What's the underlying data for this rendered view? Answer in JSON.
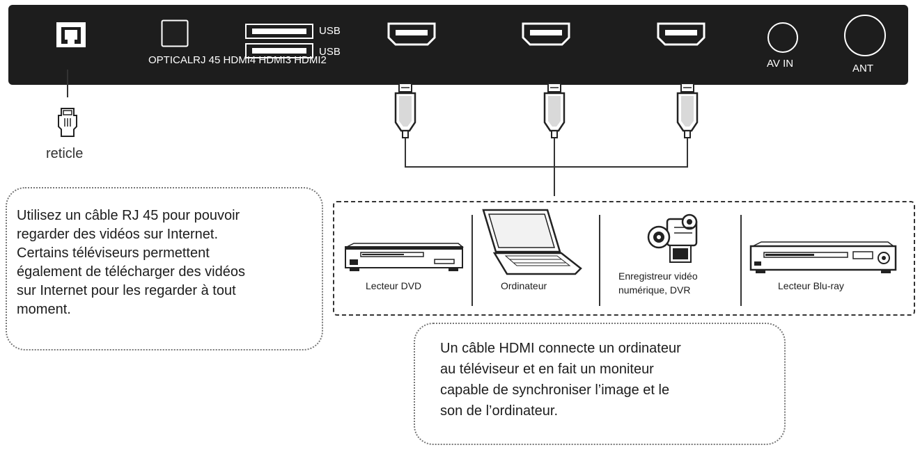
{
  "panel": {
    "ports": {
      "usb1": "USB",
      "usb2": "USB",
      "strip": "OPTICALRJ 45 HDMI4 HDMI3 HDMI2",
      "av_in": "AV IN",
      "ant": "ANT"
    }
  },
  "rj45_device_label": "reticle",
  "devices": {
    "dvd": "Lecteur DVD",
    "computer": "Ordinateur",
    "recorder_line1": "Enregistreur vidéo",
    "recorder_line2": "numérique, DVR",
    "bluray": "Lecteur Blu-ray"
  },
  "callouts": {
    "rj45": [
      "Utilisez un câble RJ 45 pour pouvoir",
      "regarder des vidéos sur Internet.",
      "Certains téléviseurs permettent",
      "également de télécharger des vidéos",
      "sur Internet pour les regarder à tout",
      "moment."
    ],
    "hdmi": [
      "Un câble HDMI connecte un ordinateur",
      "au téléviseur et en fait un moniteur",
      "capable de synchroniser l’image et le",
      "son de l’ordinateur."
    ]
  },
  "colors": {
    "panel": "#1d1d1d",
    "port": "#ffffff",
    "line": "#333333"
  }
}
